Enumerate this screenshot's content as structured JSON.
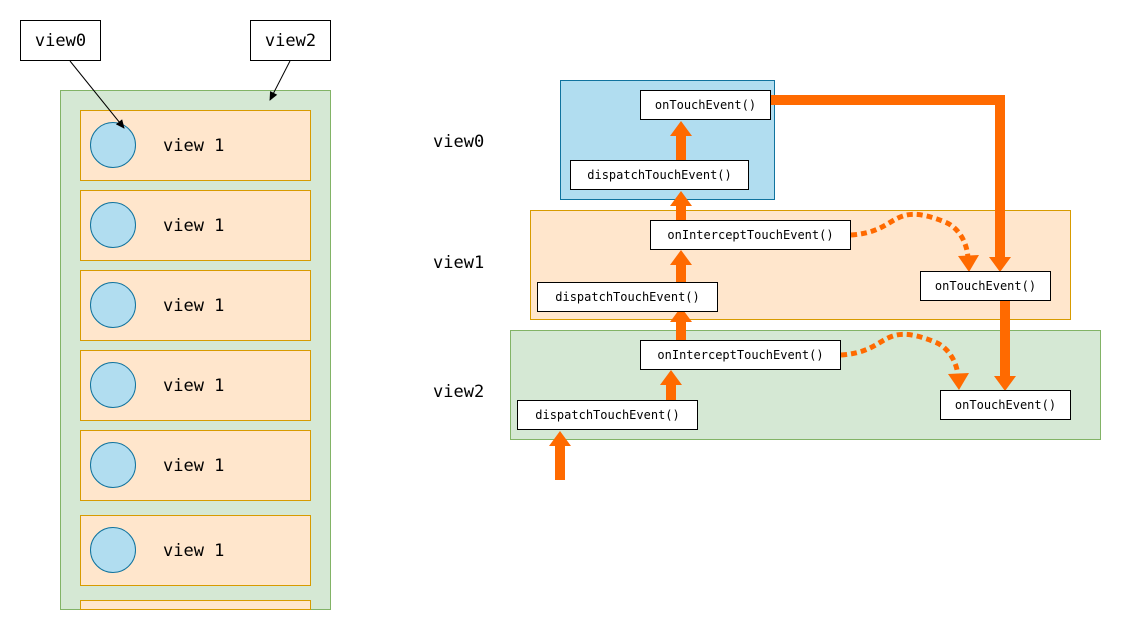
{
  "left_diagram": {
    "callouts": [
      "view0",
      "view2"
    ],
    "list_item_label": "view 1",
    "list_item_count": 6
  },
  "flow_diagram": {
    "row_labels": [
      "view0",
      "view1",
      "view2"
    ],
    "view0": {
      "dispatch": "dispatchTouchEvent()",
      "on_touch": "onTouchEvent()"
    },
    "view1": {
      "dispatch": "dispatchTouchEvent()",
      "intercept": "onInterceptTouchEvent()",
      "on_touch": "onTouchEvent()"
    },
    "view2": {
      "dispatch": "dispatchTouchEvent()",
      "intercept": "onInterceptTouchEvent()",
      "on_touch": "onTouchEvent()"
    }
  },
  "colors": {
    "green_fill": "#d5e8d4",
    "green_stroke": "#82b366",
    "peach_fill": "#ffe6cc",
    "peach_stroke": "#d79b00",
    "blue_fill": "#b1ddf0",
    "blue_stroke": "#10739e",
    "arrow": "#ff6a00",
    "stroke": "#000000"
  }
}
